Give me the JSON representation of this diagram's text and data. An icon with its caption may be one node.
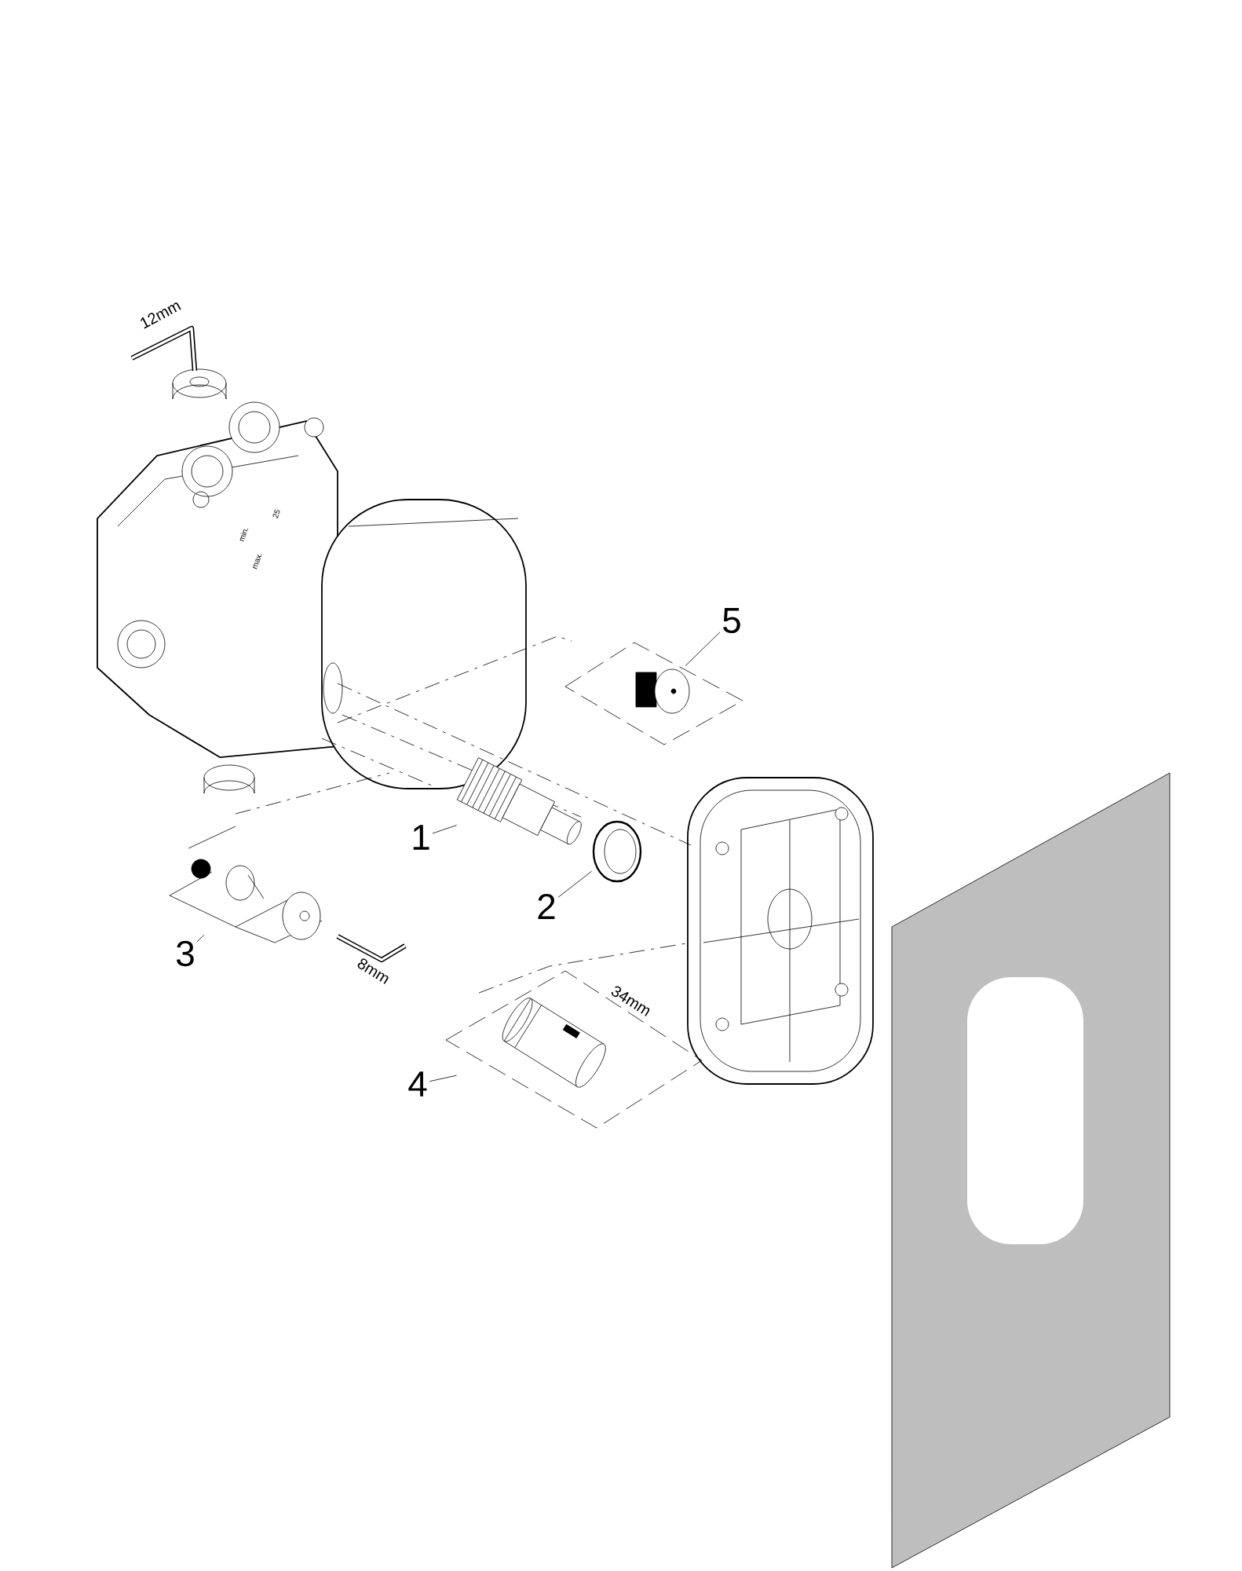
{
  "diagram": {
    "nodes": [
      {
        "text": [
          "1"
        ]
      },
      {
        "text": [
          "2"
        ]
      },
      {
        "text": [
          "3"
        ]
      },
      {
        "text": [
          "4"
        ]
      },
      {
        "text": [
          "5"
        ]
      },
      {
        "text": [],
        "shape": "picture"
      },
      {
        "text": [],
        "shape": "picture"
      },
      {
        "text": [],
        "shape": "picture"
      },
      {
        "text": [],
        "shape": "picture"
      },
      {
        "text": [],
        "shape": "picture"
      }
    ],
    "edges": [
      {
        "from": 0,
        "to": 5,
        "arrow": "none"
      },
      {
        "from": 1,
        "to": 6,
        "arrow": "none"
      },
      {
        "from": 2,
        "to": 7,
        "arrow": "none"
      },
      {
        "from": 3,
        "to": 8,
        "arrow": "none"
      },
      {
        "from": 4,
        "to": 9,
        "arrow": "none"
      }
    ],
    "labels": [
      "12mm",
      "25",
      "min.",
      "max.",
      "8mm",
      "34mm"
    ]
  }
}
